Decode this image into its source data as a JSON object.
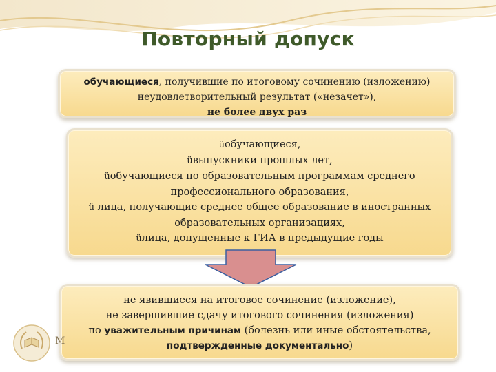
{
  "title": "Повторный допуск",
  "box1": {
    "line1_bold": "обучающиеся",
    "line1_rest": ", получившие по итоговому сочинению (изложению)",
    "line2": "неудовлетворительный результат («незачет»),",
    "line3": "не более двух раз"
  },
  "box2": {
    "check_glyph": "ü",
    "items": [
      "обучающиеся,",
      "выпускники прошлых лет,",
      "обучающиеся по образовательным программам среднего",
      "профессионального образования,",
      " лица, получающие среднее общее образование в иностранных",
      "образовательных организациях,",
      "лица, допущенные к ГИА в предыдущие годы"
    ]
  },
  "box3": {
    "line1": "не явившиеся на итоговое сочинение (изложение),",
    "line2": "не завершившие сдачу итогового сочинения (изложения)",
    "line3_pre": "по ",
    "line3_bold": "уважительным причинам",
    "line3_post": " (болезнь или иные обстоятельства,",
    "line4_bold": "подтвержденные документально",
    "line4_post": ")"
  },
  "side_letter": "М",
  "icons": {
    "arrow": "down-arrow-icon",
    "logo": "book-laurel-emblem-icon"
  },
  "colors": {
    "box_fill": "#f9e2a4",
    "title": "#3f5a2a",
    "arrow_fill": "#d98f8f",
    "arrow_stroke": "#3a5fa0"
  }
}
